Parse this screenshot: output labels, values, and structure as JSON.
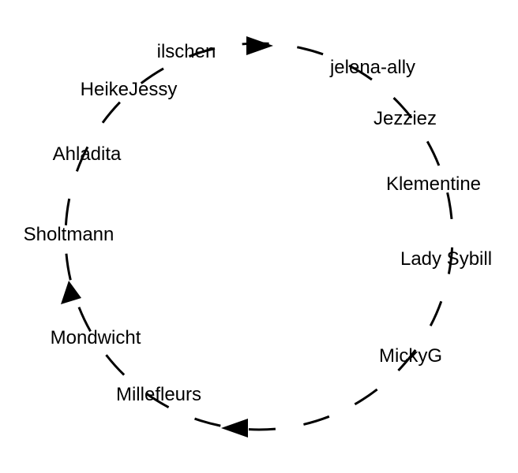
{
  "diagram": {
    "nodes": [
      {
        "label": "ilschen"
      },
      {
        "label": "jelena-ally"
      },
      {
        "label": "Jezziez"
      },
      {
        "label": "Klementine"
      },
      {
        "label": "Lady Sybill"
      },
      {
        "label": "MickyG"
      },
      {
        "label": "Millefleurs"
      },
      {
        "label": "Mondwicht"
      },
      {
        "label": "Sholtmann"
      },
      {
        "label": "Ahladita"
      },
      {
        "label": "HeikeJessy"
      }
    ],
    "colors": {
      "line": "#000000",
      "text": "#000000",
      "background": "#ffffff"
    },
    "direction": "clockwise"
  }
}
